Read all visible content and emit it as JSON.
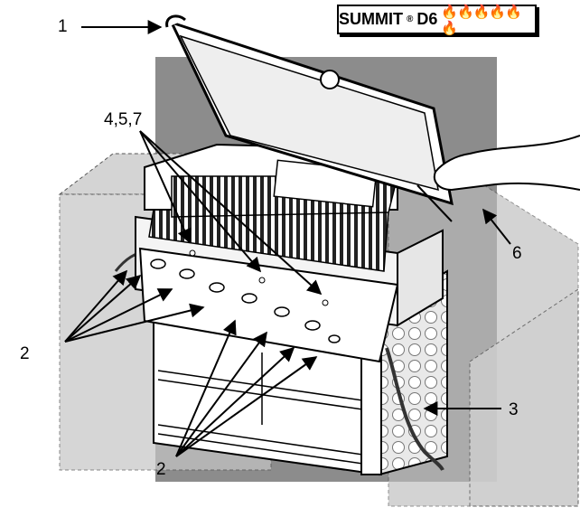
{
  "badge": {
    "model": "SUMMIT",
    "registered": "®",
    "variant": "D6",
    "flame_icons": "🔥"
  },
  "callouts": {
    "lid_handle": "1",
    "burner_knobs_left": "2",
    "burner_knobs_bottom": "2",
    "gas_hose": "3",
    "burners_group": "4,5,7",
    "lid": "6"
  }
}
